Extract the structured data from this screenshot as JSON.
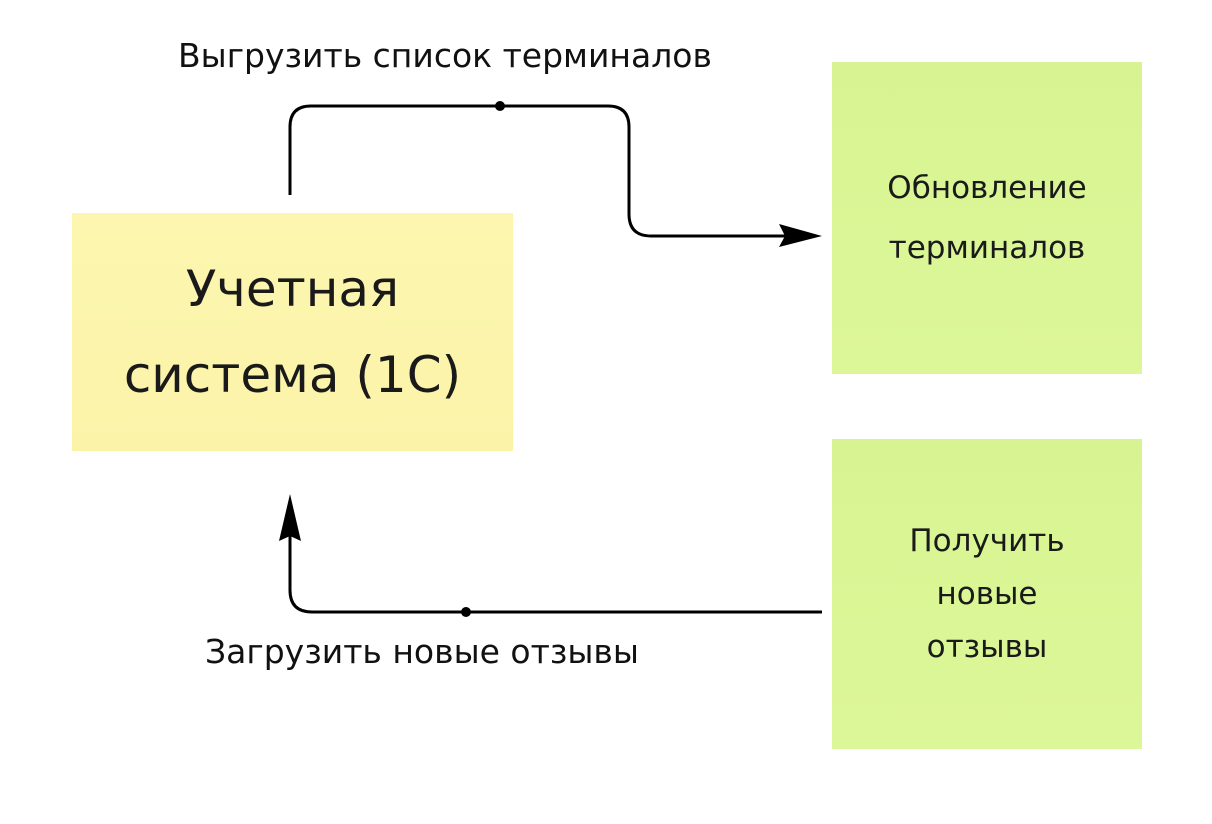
{
  "diagram": {
    "nodes": [
      {
        "id": "accounting",
        "label": "Учетная\nсистема (1С)",
        "color": "#fcf4aa"
      },
      {
        "id": "update",
        "label": "Обновление\nтерминалов",
        "color": "#d9f594"
      },
      {
        "id": "reviews",
        "label": "Получить\nновые\nотзывы",
        "color": "#d9f594"
      }
    ],
    "edges": [
      {
        "from": "accounting",
        "to": "update",
        "label": "Выгрузить список терминалов"
      },
      {
        "from": "reviews",
        "to": "accounting",
        "label": "Загрузить новые отзывы"
      }
    ]
  },
  "colors": {
    "line": "#000000",
    "yellow_note": "#fcf4aa",
    "green_note": "#d9f594"
  }
}
